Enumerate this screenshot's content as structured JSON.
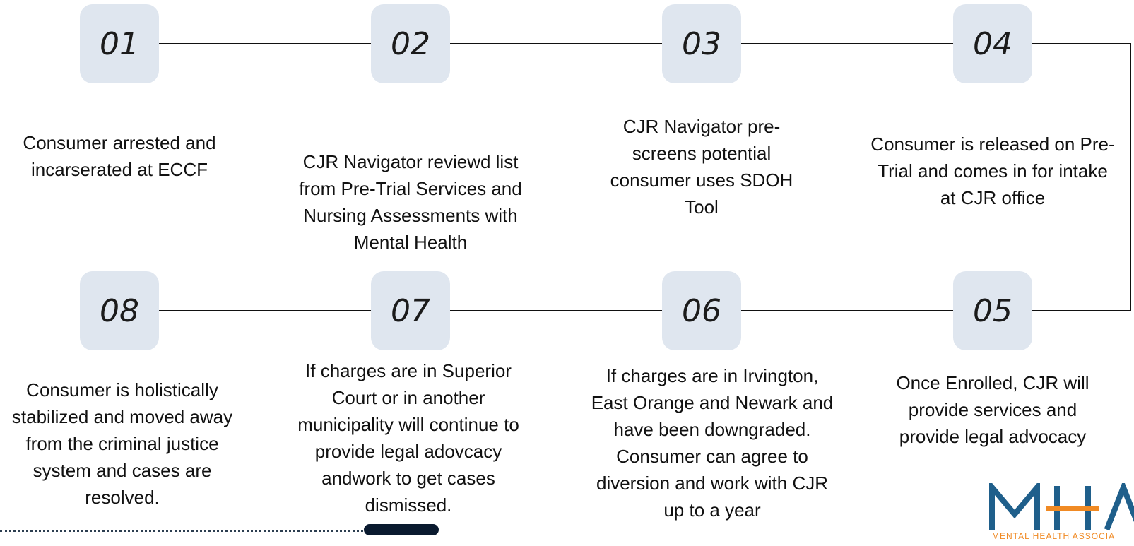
{
  "steps": [
    {
      "number": "01",
      "text": "Consumer arrested and incarserated at ECCF"
    },
    {
      "number": "02",
      "text": "CJR Navigator reviewd list from Pre-Trial Services and Nursing Assessments with Mental Health"
    },
    {
      "number": "03",
      "text": "CJR Navigator pre-screens potential consumer uses SDOH Tool"
    },
    {
      "number": "04",
      "text": "Consumer is released on Pre-Trial and comes in for intake at CJR office"
    },
    {
      "number": "05",
      "text": "Once Enrolled, CJR will provide services and provide legal advocacy"
    },
    {
      "number": "06",
      "text": "If charges are in Irvington, East Orange and Newark and have been downgraded. Consumer can agree to diversion and work with CJR up to a year"
    },
    {
      "number": "07",
      "text": "If charges are in Superior Court or in another municipality will continue to provide legal adovcacy andwork to get cases dismissed."
    },
    {
      "number": "08",
      "text": "Consumer is holistically stabilized and moved away from the criminal justice system and cases are resolved."
    }
  ],
  "logo": {
    "letters": "MHA",
    "tagline": "MENTAL HEALTH ASSOCIA"
  },
  "colors": {
    "box": "#dfe6ef",
    "line": "#111111",
    "logo_blue": "#1f5f8b",
    "logo_orange": "#f08a24"
  }
}
